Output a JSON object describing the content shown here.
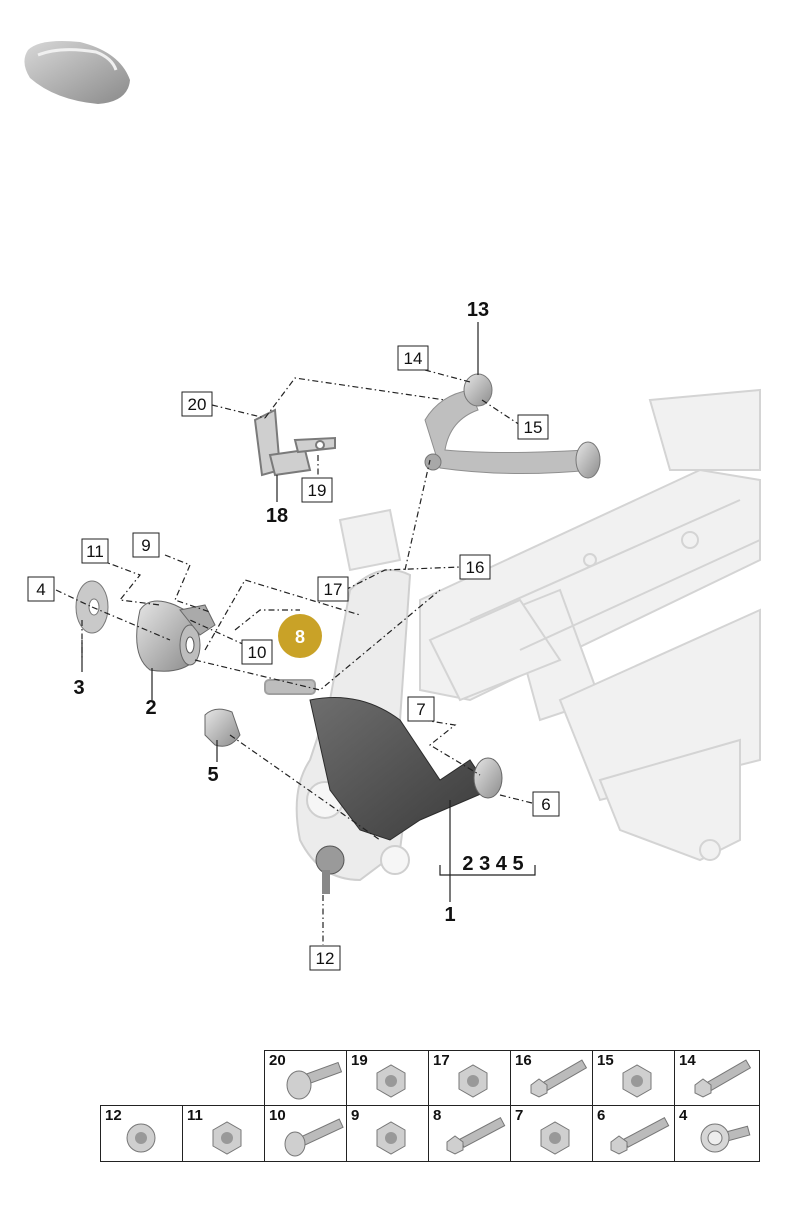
{
  "callouts": {
    "c1": "1",
    "c2": "2",
    "c3": "3",
    "c5": "5",
    "c8": "8",
    "c13": "13",
    "c18": "18",
    "c2345": "2 3 4 5",
    "c4": "4",
    "c6": "6",
    "c7": "7",
    "c9": "9",
    "c10": "10",
    "c11": "11",
    "c12": "12",
    "c14": "14",
    "c15": "15",
    "c16": "16",
    "c17": "17",
    "c19": "19",
    "c20": "20"
  },
  "highlight_color": "#c9a227",
  "parts_table": {
    "row1": [
      "20",
      "19",
      "17",
      "16",
      "15",
      "14"
    ],
    "row2": [
      "12",
      "11",
      "10",
      "9",
      "8",
      "7",
      "6",
      "4"
    ]
  },
  "icons": {
    "vehicle": "car-silhouette-icon",
    "bolt": "bolt-icon",
    "nut": "nut-icon"
  }
}
